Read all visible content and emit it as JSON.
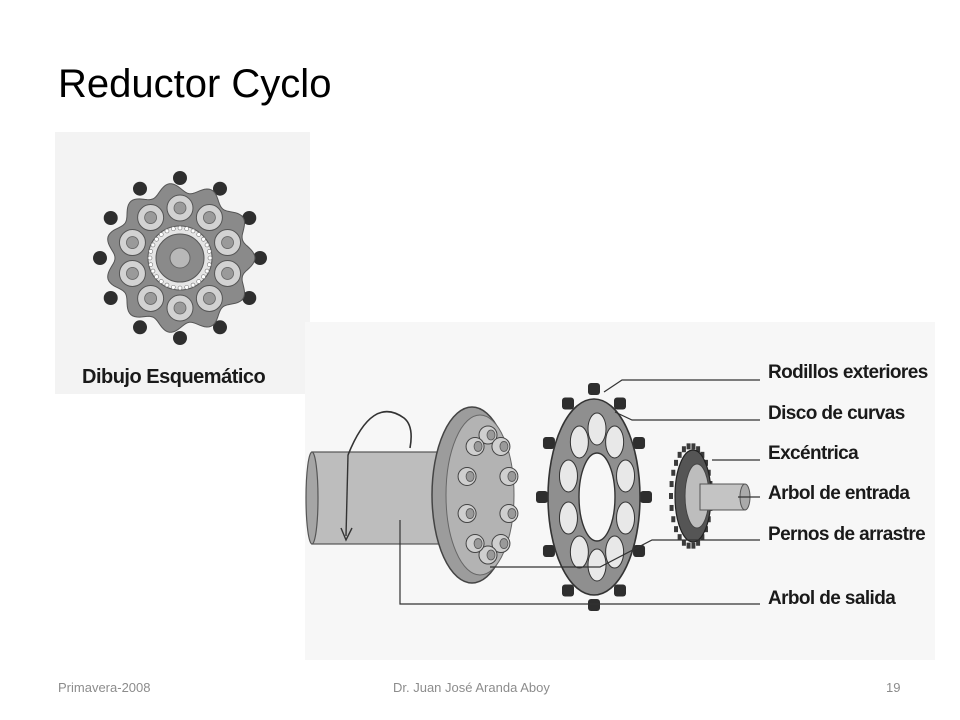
{
  "slide": {
    "title": "Reductor Cyclo"
  },
  "schematic": {
    "label": "Dibujo Esquemático"
  },
  "exploded_view": {
    "callouts": [
      "Rodillos exteriores",
      "Disco de curvas",
      "Excéntrica",
      "Arbol de entrada",
      "Pernos de arrastre",
      "Arbol de salida"
    ]
  },
  "footer": {
    "left": "Primavera-2008",
    "center": "Dr. Juan José Aranda Aboy",
    "page_number": "19"
  },
  "colors": {
    "part_gray": "#8a8a8a",
    "dark_part": "#3a3a3a",
    "roller_dark": "#2e2e2e",
    "footer_text": "#8c8c8c"
  }
}
